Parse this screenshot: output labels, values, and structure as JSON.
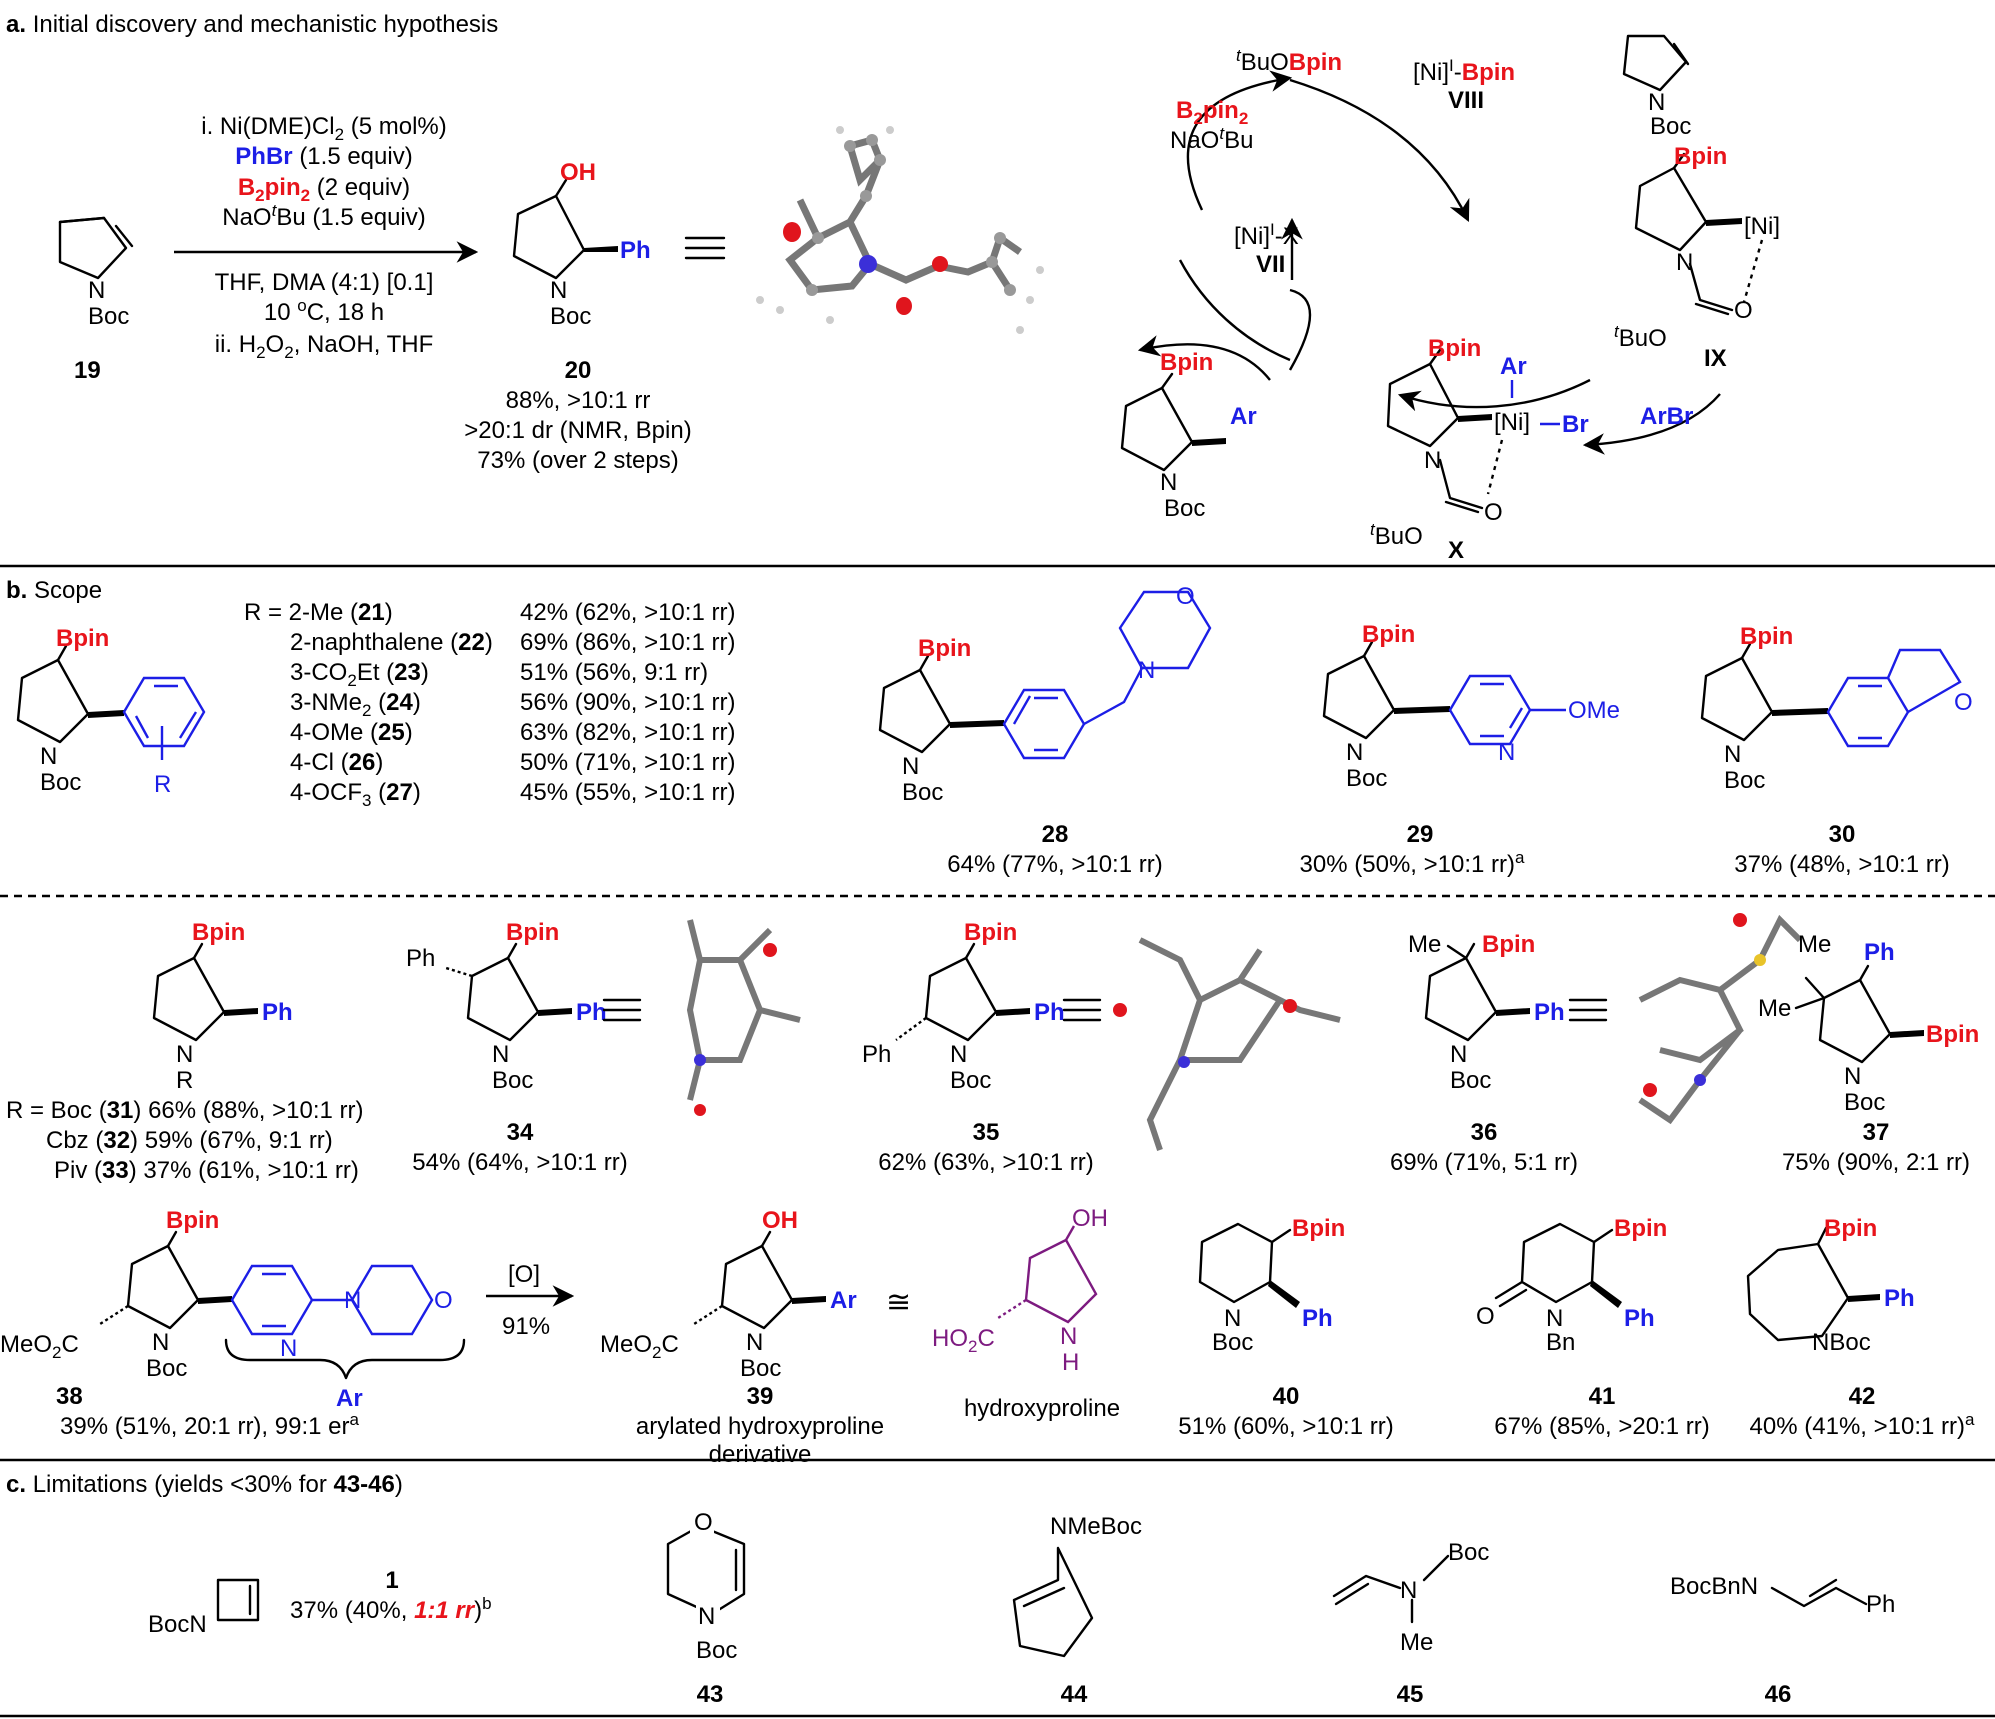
{
  "panel_a": {
    "title_letter": "a.",
    "title": "Initial discovery and mechanistic hypothesis",
    "sm_label": "19",
    "reagents": {
      "l1": "i. Ni(DME)Cl",
      "l1_sub": "2",
      "l1_tail": "(5 mol%)",
      "l2_a": "PhBr",
      "l2_b": "(1.5 equiv)",
      "l3_a": "B",
      "l3_sub": "2",
      "l3_b": "pin",
      "l3_sub2": "2",
      "l3_c": "(2 equiv)",
      "l4_a": "NaO",
      "l4_t": "t",
      "l4_b": "Bu (1.5 equiv)",
      "l5": "THF, DMA (4:1) [0.1]",
      "l6_a": "10 ",
      "l6_sup": "o",
      "l6_b": "C, 18 h",
      "l7_a": "ii. H",
      "l7_s1": "2",
      "l7_b": "O",
      "l7_s2": "2",
      "l7_c": ", NaOH, THF"
    },
    "product_label": "20",
    "product_y1": "88%, >10:1 rr",
    "product_y2": ">20:1 dr (NMR, Bpin)",
    "product_y3": "73% (over 2 steps)",
    "cycle": {
      "viii_a": "[Ni]",
      "viii_sup": "I",
      "viii_b": "-",
      "viii_c": "Bpin",
      "viii_label": "VIII",
      "tbuo_t": "t",
      "tbuo_a": "BuO",
      "tbuo_b": "Bpin",
      "b2pin2_a": "B",
      "b2pin2_sub": "2",
      "b2pin2_b": "pin",
      "b2pin2_sub2": "2",
      "naotbu_a": "NaO",
      "naotbu_t": "t",
      "naotbu_b": "Bu",
      "vii_a": "[Ni]",
      "vii_sup": "I",
      "vii_b": "-X",
      "vii_label": "VII",
      "ix_label": "IX",
      "x_label": "X",
      "arbr": "ArBr",
      "ni": "[Ni]",
      "boc": "Boc",
      "bpin": "Bpin",
      "ar": "Ar",
      "br": "Br",
      "n": "N",
      "o": "O",
      "buo_t": "t",
      "buo": "BuO"
    }
  },
  "panel_b": {
    "title_letter": "b.",
    "title": "Scope",
    "r_list": [
      {
        "r": "R = 2-Me (",
        "num": "21",
        "close": ")",
        "yield": "42% (62%, >10:1 rr)"
      },
      {
        "r": "2-naphthalene (",
        "num": "22",
        "close": ")",
        "yield": "69% (86%, >10:1 rr)"
      },
      {
        "r": "3-CO",
        "sub": "2",
        "r2": "Et (",
        "num": "23",
        "close": ")",
        "yield": "51% (56%, 9:1 rr)"
      },
      {
        "r": "3-NMe",
        "sub": "2",
        "r2": " (",
        "num": "24",
        "close": ")",
        "yield": "56% (90%, >10:1 rr)"
      },
      {
        "r": "4-OMe (",
        "num": "25",
        "close": ")",
        "yield": "63% (82%, >10:1 rr)"
      },
      {
        "r": "4-Cl (",
        "num": "26",
        "close": ")",
        "yield": "50% (71%, >10:1 rr)"
      },
      {
        "r": "4-OCF",
        "sub": "3",
        "r2": " (",
        "num": "27",
        "close": ")",
        "yield": "45% (55%, >10:1 rr)"
      }
    ],
    "c28": {
      "label": "28",
      "yield": "64% (77%, >10:1 rr)"
    },
    "c29": {
      "label": "29",
      "yield": "30% (50%, >10:1 rr)",
      "sup": "a",
      "ome": "OMe"
    },
    "c30": {
      "label": "30",
      "yield": "37% (48%, >10:1 rr)"
    },
    "c31_33": [
      {
        "r": "R = Boc (",
        "num": "31",
        "close": ")",
        "yield": "66% (88%, >10:1 rr)"
      },
      {
        "r": "Cbz (",
        "num": "32",
        "close": ")",
        "yield": "59% (67%, 9:1 rr)"
      },
      {
        "r": "Piv (",
        "num": "33",
        "close": ")",
        "yield": "37% (61%, >10:1 rr)"
      }
    ],
    "c34": {
      "label": "34",
      "yield": "54% (64%, >10:1 rr)"
    },
    "c35": {
      "label": "35",
      "yield": "62% (63%, >10:1 rr)"
    },
    "c36": {
      "label": "36",
      "yield": "69% (71%, 5:1 rr)"
    },
    "c37": {
      "label": "37",
      "yield": "75% (90%, 2:1 rr)"
    },
    "c38": {
      "label": "38",
      "yield": "39% (51%, 20:1 rr), 99:1 er",
      "sup": "a"
    },
    "c39": {
      "label": "39",
      "desc1": "arylated hydroxyproline",
      "desc2": "derivative"
    },
    "hyp": {
      "desc": "hydroxyproline"
    },
    "arrow_o": "[O]",
    "arrow_y": "91%",
    "approx": "≅",
    "c40": {
      "label": "40",
      "yield": "51% (60%, >10:1 rr)"
    },
    "c41": {
      "label": "41",
      "yield": "67% (85%, >20:1 rr)"
    },
    "c42": {
      "label": "42",
      "yield": "40% (41%, >10:1 rr)",
      "sup": "a"
    },
    "atoms": {
      "bpin": "Bpin",
      "boc": "Boc",
      "n": "N",
      "ph": "Ph",
      "o": "O",
      "oh": "OH",
      "r": "R",
      "me": "Me",
      "ar": "Ar",
      "bn": "Bn",
      "nboc": "NBoc",
      "nh": "N",
      "h": "H",
      "meo2c_a": "MeO",
      "meo2c_s": "2",
      "meo2c_b": "C",
      "ho2c_a": "HO",
      "ho2c_s": "2",
      "ho2c_b": "C"
    }
  },
  "panel_c": {
    "title_letter": "c.",
    "title_a": "Limitations (yields <30% for ",
    "title_b": "43-46",
    "title_c": ")",
    "c1": {
      "label": "1",
      "y_a": "37% (40%, ",
      "y_b": "1:1 rr",
      "y_c": ")",
      "sup": "b",
      "bocn": "BocN"
    },
    "c43": {
      "label": "43"
    },
    "c44": {
      "label": "44",
      "nmeboc": "NMeBoc"
    },
    "c45": {
      "label": "45",
      "boc": "Boc",
      "n": "N",
      "me": "Me"
    },
    "c46": {
      "label": "46",
      "bocbnn": "BocBnN",
      "ph": "Ph"
    }
  }
}
